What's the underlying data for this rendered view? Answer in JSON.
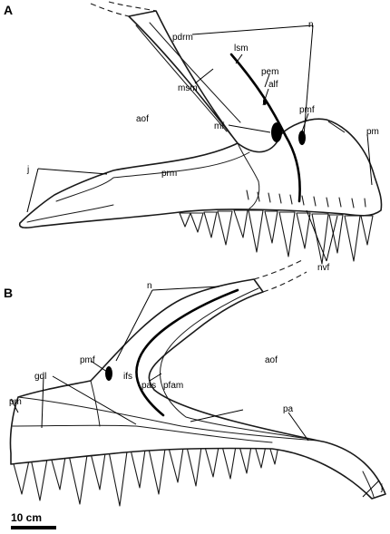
{
  "figure": {
    "panel_a": {
      "letter": "A",
      "labels": {
        "n": "n",
        "pdrm": "pdrm",
        "lsm": "lsm",
        "pem": "pem",
        "alf": "alf",
        "msm": "msm",
        "aof": "aof",
        "mf": "mf",
        "pmf": "pmf",
        "pm": "pm",
        "j": "j",
        "prm": "prm",
        "nvf": "nvf"
      }
    },
    "panel_b": {
      "letter": "B",
      "labels": {
        "n": "n",
        "aof": "aof",
        "pmf": "pmf",
        "gdl": "gdl",
        "ifs": "ifs",
        "pas": "pas",
        "pfam": "pfam",
        "pm": "pm",
        "pa": "pa",
        "j": "j"
      }
    },
    "scale_bar": {
      "label": "10 cm"
    }
  }
}
